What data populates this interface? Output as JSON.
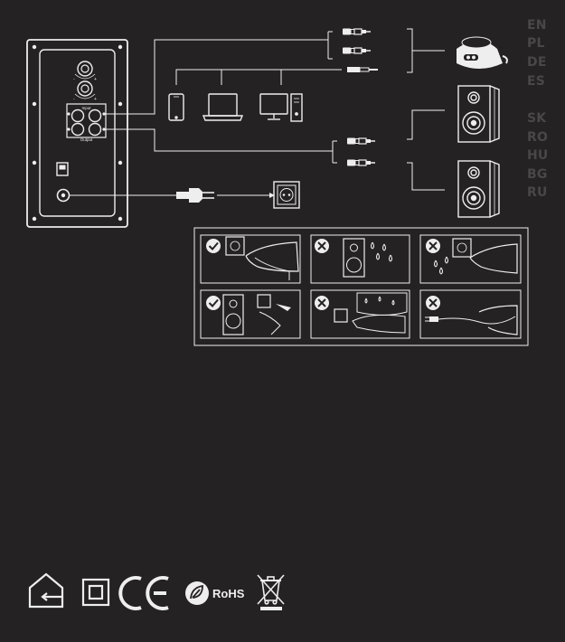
{
  "languages": [
    "EN",
    "PL",
    "DE",
    "ES",
    "SK",
    "RO",
    "HU",
    "BG",
    "RU"
  ],
  "panel": {
    "input_label": "Input",
    "output_label": "Output"
  },
  "certifications": {
    "rohs_text": "RoHS"
  }
}
